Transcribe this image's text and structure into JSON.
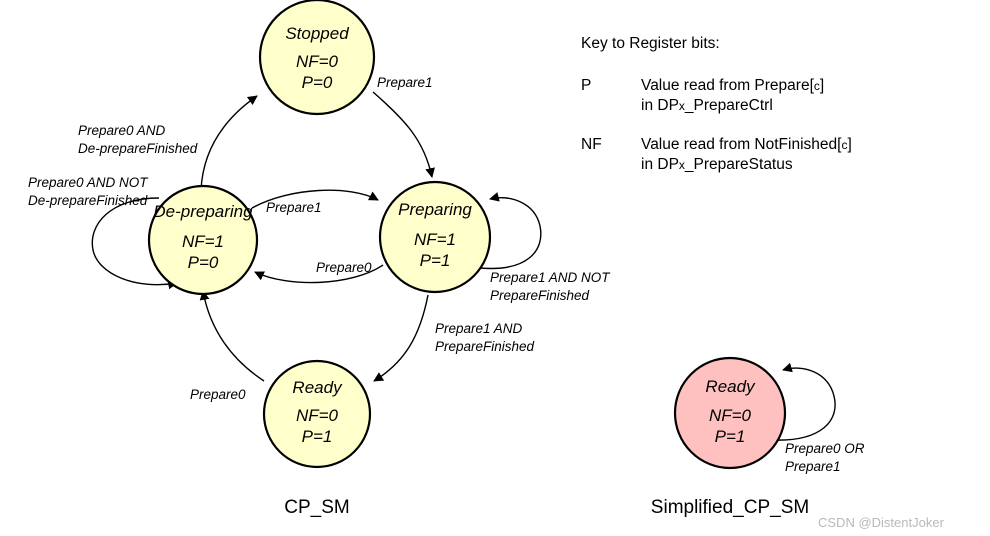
{
  "diagram": {
    "title_left": "CP_SM",
    "title_right": "Simplified_CP_SM",
    "watermark": "CSDN @DistentJoker",
    "colors": {
      "state_fill_yellow": "#FFFFCC",
      "state_fill_pink": "#FFC0C0",
      "stroke": "#000000",
      "watermark": "#B9B9B9"
    }
  },
  "cp_sm": {
    "states": [
      {
        "id": "stopped",
        "name": "Stopped",
        "nf": "NF=0",
        "p": "P=0",
        "fill": "#FFFFCC"
      },
      {
        "id": "de-preparing",
        "name": "De-preparing",
        "nf": "NF=1",
        "p": "P=0",
        "fill": "#FFFFCC"
      },
      {
        "id": "preparing",
        "name": "Preparing",
        "nf": "NF=1",
        "p": "P=1",
        "fill": "#FFFFCC"
      },
      {
        "id": "ready",
        "name": "Ready",
        "nf": "NF=0",
        "p": "P=1",
        "fill": "#FFFFCC"
      }
    ],
    "transitions": [
      {
        "id": "t1",
        "from": "stopped",
        "to": "preparing",
        "label": "Prepare1"
      },
      {
        "id": "t2",
        "from": "de-preparing",
        "to": "stopped",
        "label_line1": "Prepare0 AND",
        "label_line2": "De-prepareFinished"
      },
      {
        "id": "t3",
        "from": "de-preparing",
        "to": "de-preparing",
        "label_line1": "Prepare0 AND NOT",
        "label_line2": "De-prepareFinished"
      },
      {
        "id": "t4",
        "from": "de-preparing",
        "to": "preparing",
        "label": "Prepare1"
      },
      {
        "id": "t5",
        "from": "preparing",
        "to": "de-preparing",
        "label": "Prepare0"
      },
      {
        "id": "t6",
        "from": "preparing",
        "to": "preparing",
        "label_line1": "Prepare1 AND NOT",
        "label_line2": "PrepareFinished"
      },
      {
        "id": "t7",
        "from": "preparing",
        "to": "ready",
        "label_line1": "Prepare1 AND",
        "label_line2": "PrepareFinished"
      },
      {
        "id": "t8",
        "from": "ready",
        "to": "de-preparing",
        "label": "Prepare0"
      }
    ]
  },
  "simplified_cp_sm": {
    "states": [
      {
        "id": "ready-simple",
        "name": "Ready",
        "nf": "NF=0",
        "p": "P=1",
        "fill": "#FFC0C0"
      }
    ],
    "transitions": [
      {
        "id": "s1",
        "from": "ready-simple",
        "to": "ready-simple",
        "label_line1": "Prepare0 OR",
        "label_line2": "Prepare1"
      }
    ]
  },
  "key": {
    "heading": "Key to Register bits:",
    "entries": [
      {
        "symbol": "P",
        "line1_a": "Value read from Prepare[",
        "line1_sub": "c",
        "line1_b": "]",
        "line2_a": "in DP",
        "line2_sub": "x",
        "line2_b": "_PrepareCtrl"
      },
      {
        "symbol": "NF",
        "line1_a": "Value read from NotFinished[",
        "line1_sub": "c",
        "line1_b": "]",
        "line2_a": "in DP",
        "line2_sub": "x",
        "line2_b": "_PrepareStatus"
      }
    ]
  }
}
